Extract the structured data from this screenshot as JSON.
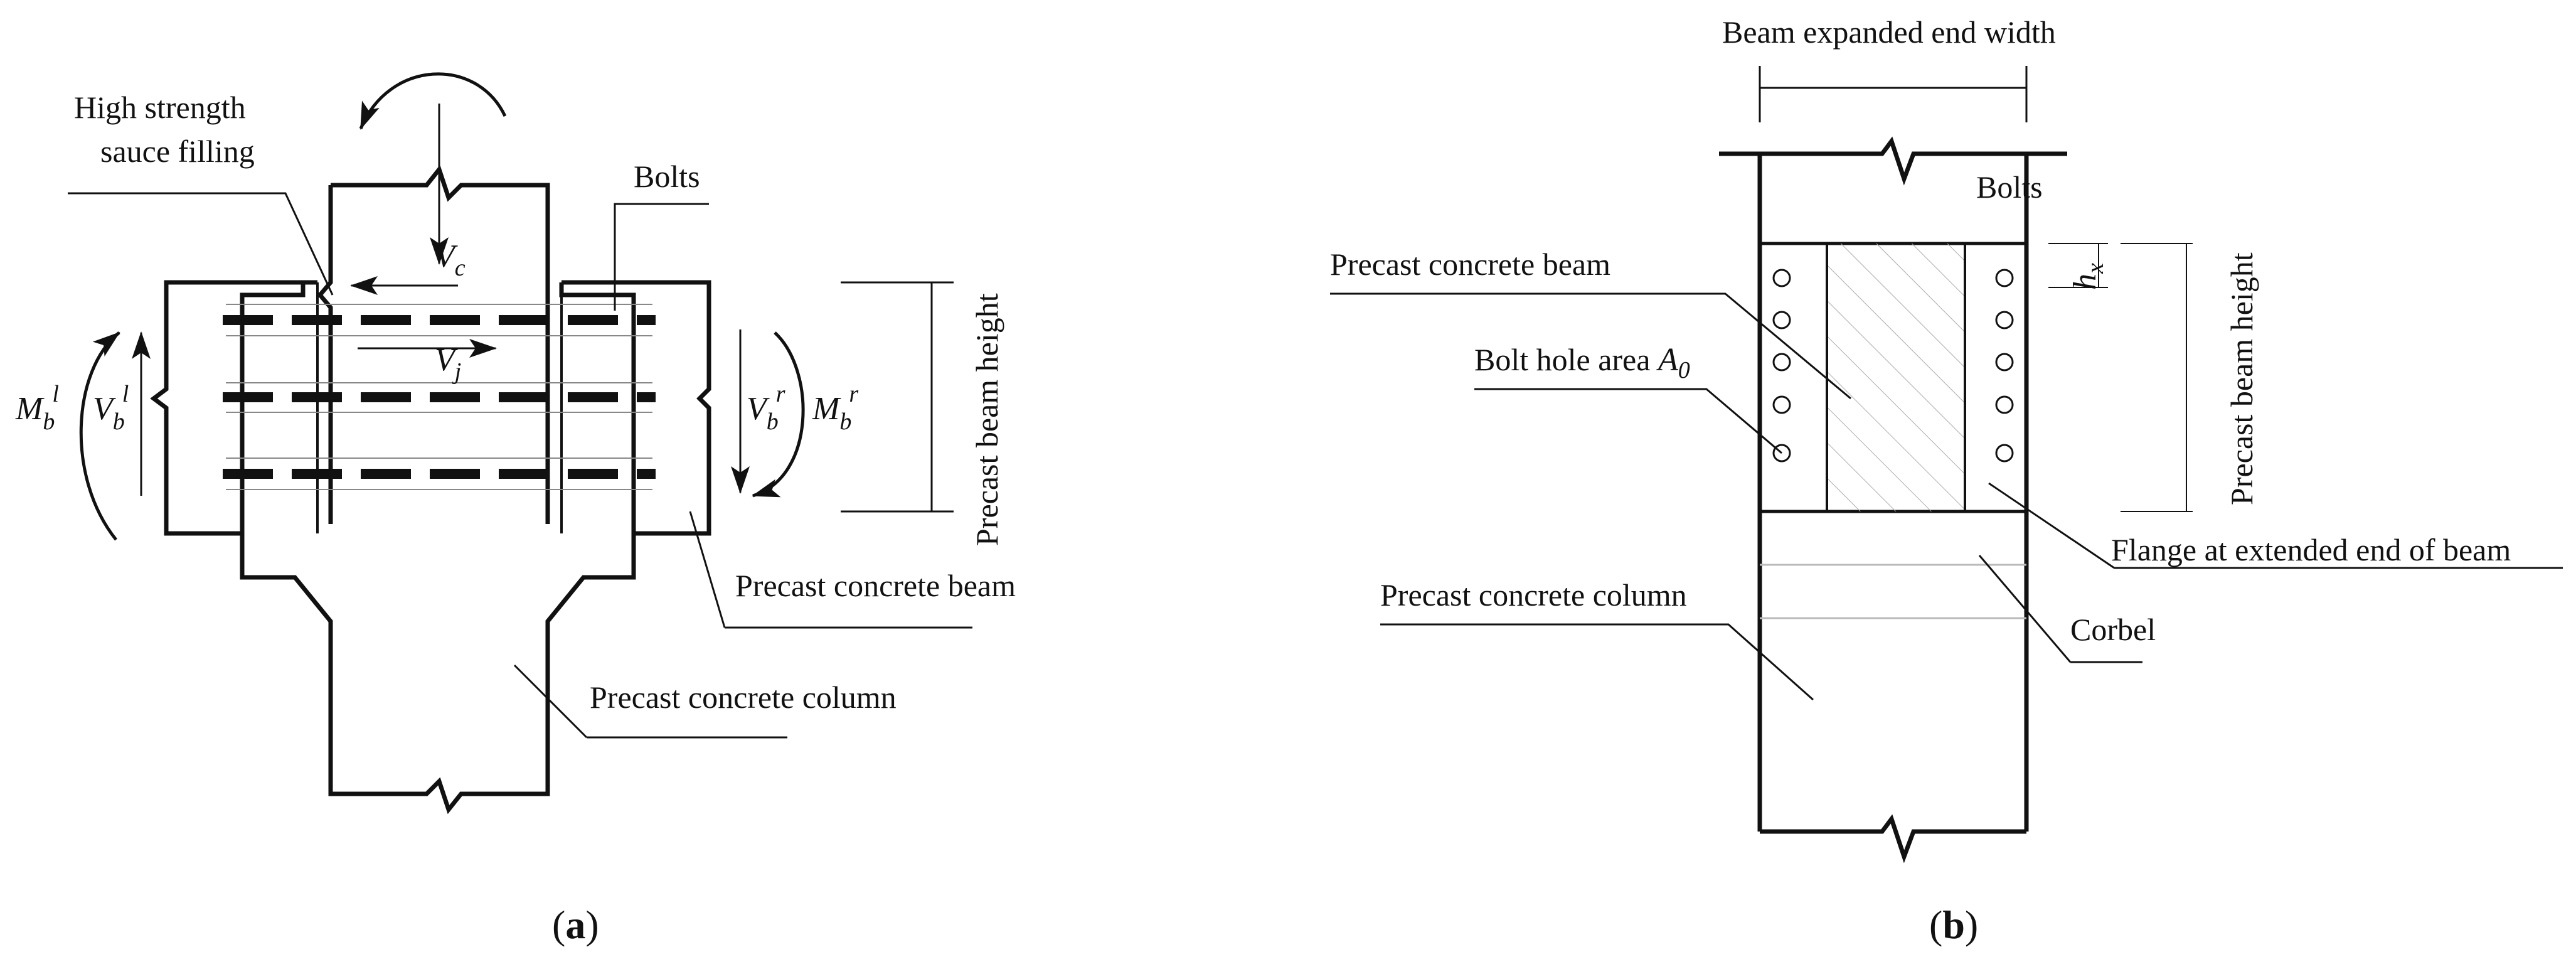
{
  "panel_a": {
    "caption_letter": "a",
    "labels": {
      "filling_line1": "High strength",
      "filling_line2": "sauce filling",
      "bolts": "Bolts",
      "beam_height": "Precast beam height",
      "beam": "Precast concrete beam",
      "column": "Precast concrete column"
    },
    "symbols": {
      "vc": "V",
      "vc_sub": "c",
      "vj": "V",
      "vj_sub": "j",
      "mbl": "M",
      "mbl_sub": "b",
      "mbl_sup": "l",
      "vbl": "V",
      "vbl_sub": "b",
      "vbl_sup": "l",
      "vbr": "V",
      "vbr_sub": "b",
      "vbr_sup": "r",
      "mbr": "M",
      "mbr_sub": "b",
      "mbr_sup": "r"
    }
  },
  "panel_b": {
    "caption_letter": "b",
    "labels": {
      "expanded_width": "Beam expanded end width",
      "bolts": "Bolts",
      "beam": "Precast concrete beam",
      "bolt_hole": "Bolt hole area",
      "bolt_hole_symbol": "A",
      "bolt_hole_sub": "0",
      "hx": "h",
      "hx_sub": "x",
      "beam_height": "Precast beam height",
      "flange": "Flange at extended end of beam",
      "column": "Precast concrete column",
      "corbel": "Corbel"
    }
  }
}
